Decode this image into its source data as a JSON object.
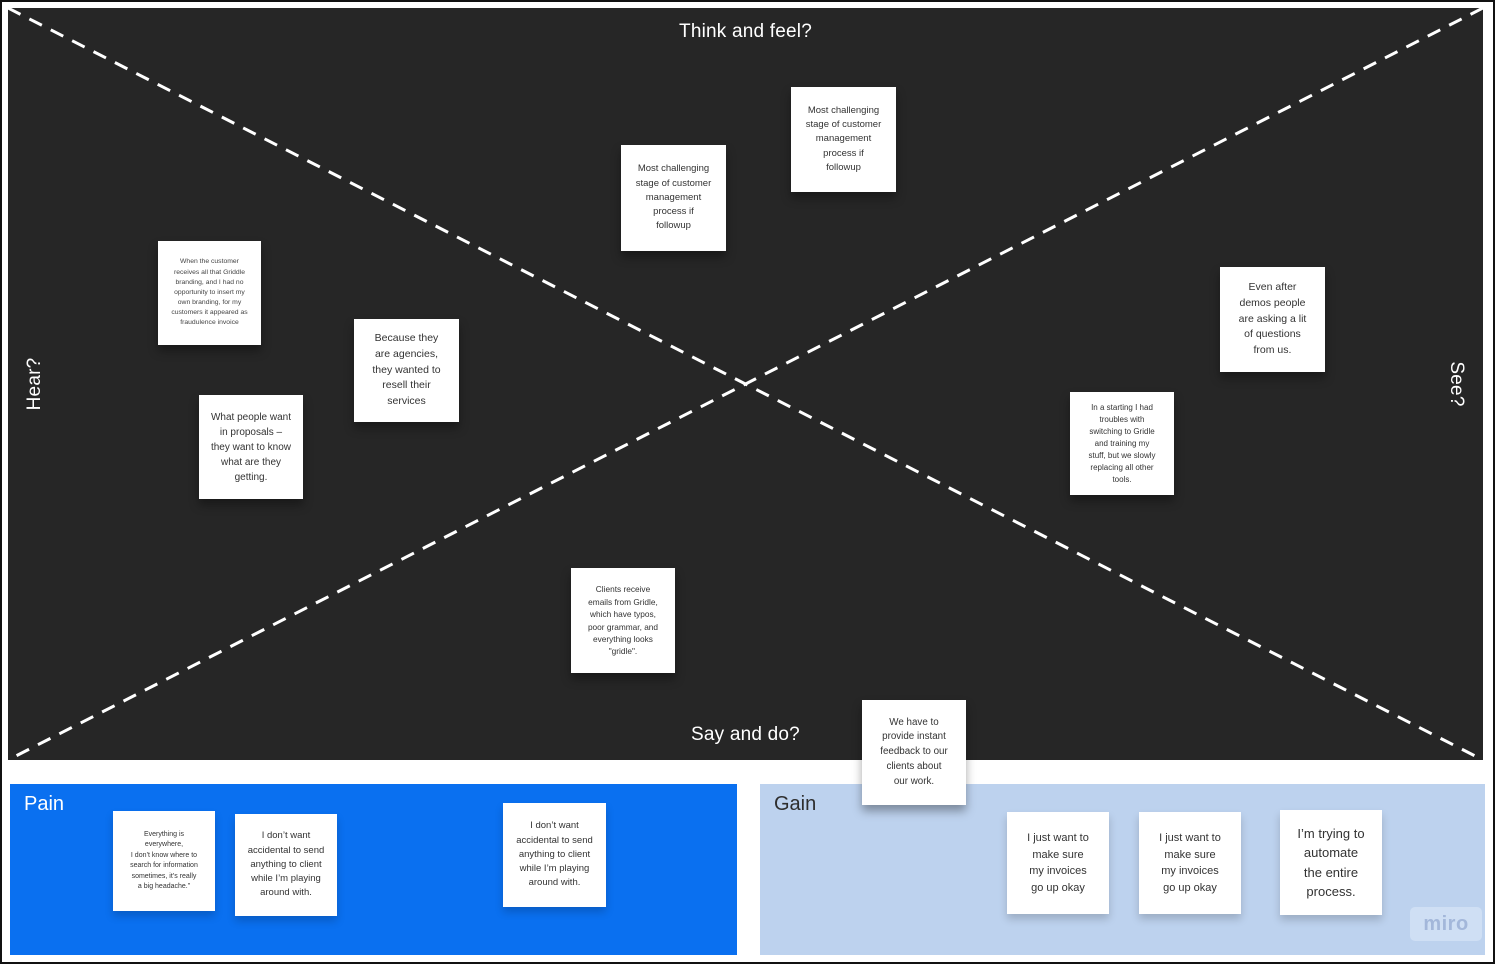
{
  "board": {
    "quadrant_labels": {
      "top": "Think and feel?",
      "bottom": "Say and do?",
      "left": "Hear?",
      "right": "See?"
    },
    "colors": {
      "canvas_bg": "#262626",
      "divider_line": "#ffffff",
      "pain_bg": "#0a70f0",
      "gain_bg": "#bdd2ee",
      "note_bg": "#ffffff"
    },
    "notes": [
      {
        "text": "Most challenging\nstage of customer\nmanagement\nprocess if\nfollowup"
      },
      {
        "text": "Most challenging\nstage of customer\nmanagement\nprocess if\nfollowup"
      },
      {
        "text": "When the customer\nreceives all that Griddle\nbranding, and I had no\nopportunity to insert my\nown branding, for my\ncustomers it appeared as\nfraudulence invoice"
      },
      {
        "text": "Because they\nare agencies,\nthey wanted to\nresell their\nservices"
      },
      {
        "text": "What people want\nin proposals –\nthey want to know\nwhat are they\ngetting."
      },
      {
        "text": "Even after\ndemos people\nare asking a lit\nof questions\nfrom us."
      },
      {
        "text": "In a starting I had\ntroubles with\nswitching to Gridle\nand training my\nstuff, but we slowly\nreplacing all other\ntools."
      },
      {
        "text": "Clients receive\nemails from Gridle,\nwhich have typos,\npoor grammar, and\neverything looks\n\"gridle\"."
      },
      {
        "text": "We have to\nprovide instant\nfeedback to our\nclients about\nour work."
      }
    ]
  },
  "pain": {
    "label": "Pain",
    "notes": [
      {
        "text": "Everything is\neverywhere,\nI don’t know where to\nsearch for information\nsometimes, it’s really\na big headache.”"
      },
      {
        "text": "I don’t want\naccidental to send\nanything to client\nwhile I’m playing\naround with."
      },
      {
        "text": "I don’t want\naccidental to send\nanything to client\nwhile I’m playing\naround with."
      }
    ]
  },
  "gain": {
    "label": "Gain",
    "notes": [
      {
        "text": "I just want to\nmake sure\nmy invoices\ngo up okay"
      },
      {
        "text": "I just want to\nmake sure\nmy invoices\ngo up okay"
      },
      {
        "text": "I’m trying to\nautomate\nthe entire\nprocess."
      }
    ]
  },
  "watermark": "miro"
}
